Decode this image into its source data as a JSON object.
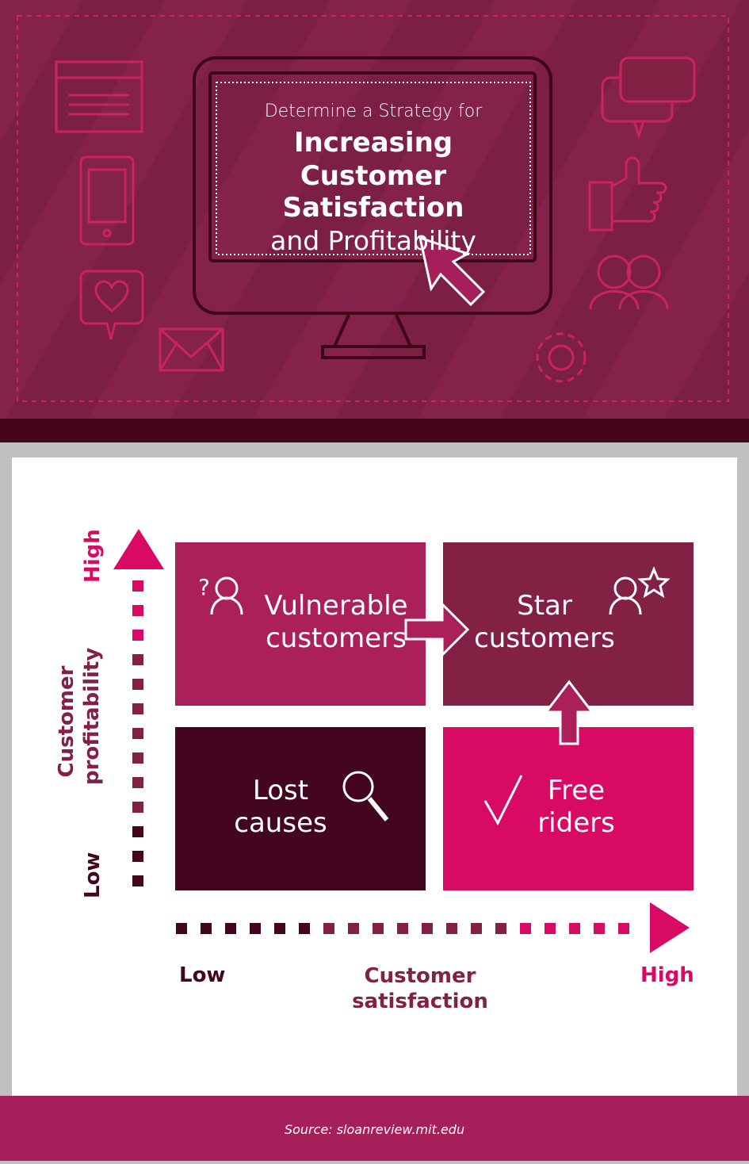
{
  "hero": {
    "subtitle": "Determine a Strategy for",
    "title_line1": "Increasing Customer",
    "title_line2": "Satisfaction",
    "title_line3": "and Profitability"
  },
  "matrix": {
    "quadrants": [
      {
        "label1": "Vulnerable",
        "label2": "customers",
        "color": "#ab1f5a"
      },
      {
        "label1": "Star",
        "label2": "customers",
        "color": "#832145"
      },
      {
        "label1": "Lost",
        "label2": "causes",
        "color": "#44061e"
      },
      {
        "label1": "Free",
        "label2": "riders",
        "color": "#d90a63"
      }
    ],
    "y_axis": {
      "label1": "Customer",
      "label2": "profitability",
      "low": "Low",
      "high": "High"
    },
    "x_axis": {
      "label1": "Customer",
      "label2": "satisfaction",
      "low": "Low",
      "high": "High"
    }
  },
  "footer": {
    "source": "Source: sloanreview.mit.edu"
  }
}
